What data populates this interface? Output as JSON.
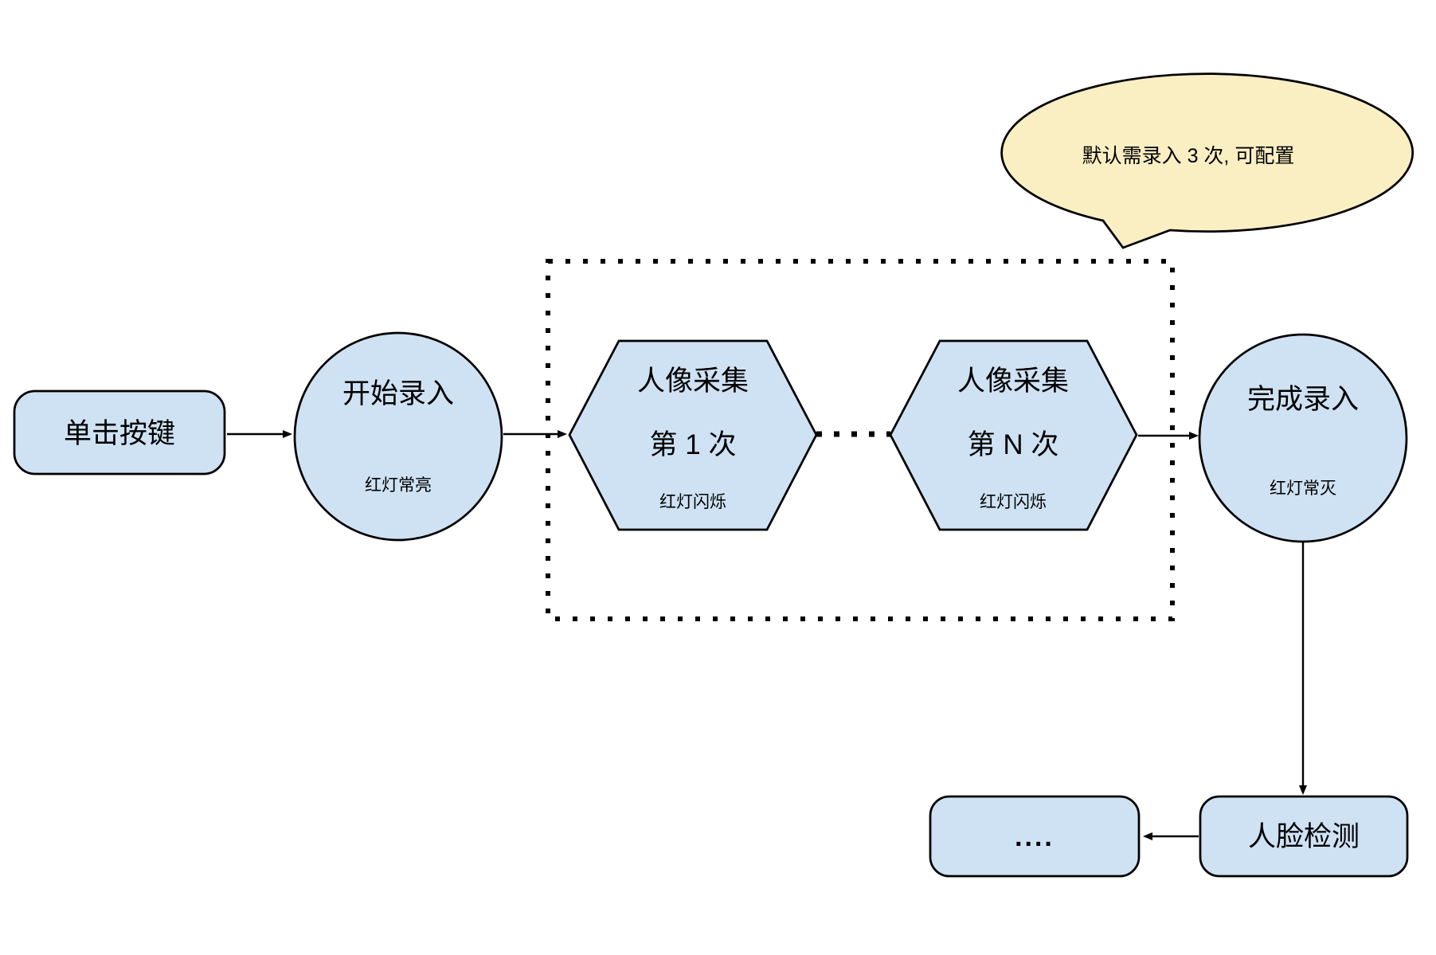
{
  "colors": {
    "background": "#ffffff",
    "node_fill": "#cfe2f3",
    "node_stroke": "#000000",
    "callout_fill": "#faeec3"
  },
  "callout": {
    "text": "默认需录入 3 次, 可配置"
  },
  "nodes": {
    "click_key": {
      "label": "单击按键"
    },
    "start_entry": {
      "label": "开始录入",
      "sublabel": "红灯常亮"
    },
    "capture_first": {
      "line1": "人像采集",
      "line2": "第 1 次",
      "sublabel": "红灯闪烁"
    },
    "capture_nth": {
      "line1": "人像采集",
      "line2": "第 N 次",
      "sublabel": "红灯闪烁"
    },
    "finish_entry": {
      "label": "完成录入",
      "sublabel": "红灯常灭"
    },
    "ellipsis_box": {
      "label": "...."
    },
    "face_detection": {
      "label": "人脸检测"
    }
  }
}
